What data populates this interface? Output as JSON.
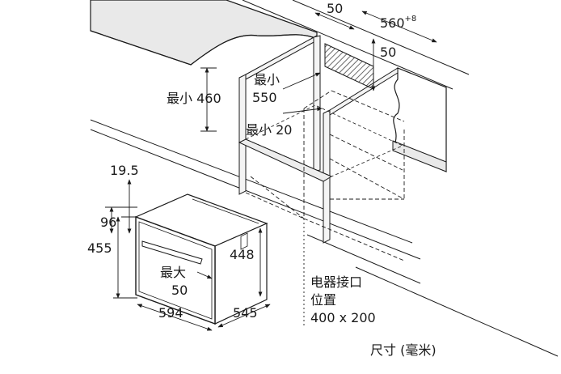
{
  "dimensions": {
    "niche_depth_gap": "50",
    "niche_width": "560",
    "niche_width_tolerance": "+8",
    "vent_depth": "50",
    "cabinet_height_min": "最小 460",
    "niche_depth_min_prefix": "最小",
    "niche_depth_min_value": "550",
    "gap_min": "最小 20",
    "oven_top_offset": "19.5",
    "oven_upper_height": "96",
    "oven_height": "455",
    "oven_inner_height": "448",
    "door_protrusion_prefix": "最大",
    "door_protrusion_value": "50",
    "oven_width": "594",
    "oven_depth": "545"
  },
  "electrical_connection": {
    "line1": "电器接口",
    "line2": "位置",
    "line3": "400 x 200"
  },
  "units_note": "尺寸 (毫米)",
  "colors": {
    "line": "#1a1a1a",
    "countertop": "#e9e9e9",
    "board": "#ededed",
    "hatch": "#444444"
  }
}
